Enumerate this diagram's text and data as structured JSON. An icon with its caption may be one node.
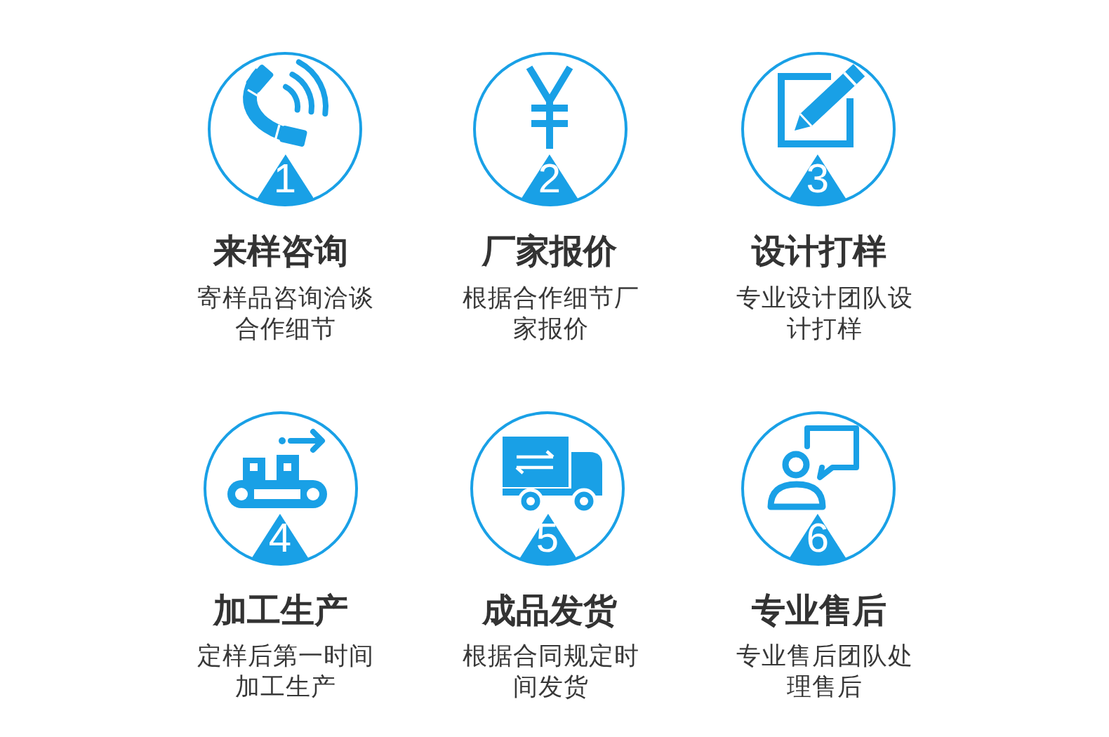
{
  "diagram": {
    "nodes": [
      {
        "text": [
          "1"
        ],
        "beside": [
          "来样咨询",
          "寄样品咨询洽谈合作细节"
        ]
      },
      {
        "text": [
          "2"
        ],
        "beside": [
          "厂家报价",
          "根据合作细节厂家报价"
        ]
      },
      {
        "text": [
          "3"
        ],
        "beside": [
          "设计打样",
          "专业设计团队设计打样"
        ]
      },
      {
        "text": [
          "4"
        ],
        "beside": [
          "加工生产",
          "定样后第一时间加工生产"
        ]
      },
      {
        "text": [
          "5"
        ],
        "beside": [
          "成品发货",
          "根据合同规定时间发货"
        ]
      },
      {
        "text": [
          "6"
        ],
        "beside": [
          "专业售后",
          "专业售后团队处理售后"
        ]
      }
    ]
  }
}
